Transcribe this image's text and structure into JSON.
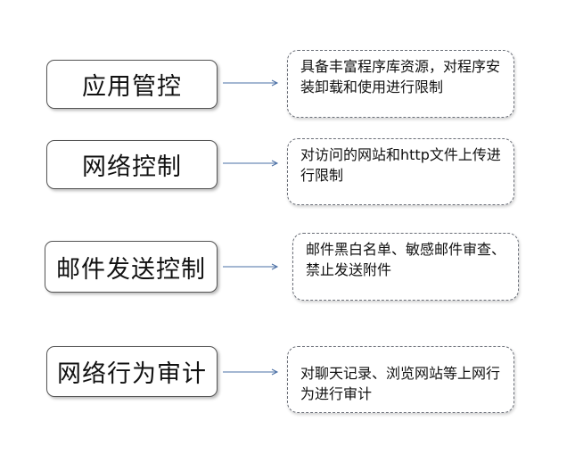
{
  "rows": [
    {
      "label": "应用管控",
      "description": "具备丰富程序库资源，对程序安装卸载和使用进行限制"
    },
    {
      "label": "网络控制",
      "description": "对访问的网站和http文件上传进行限制"
    },
    {
      "label": "邮件发送控制",
      "description": "邮件黑白名单、敏感邮件审查、禁止发送附件"
    },
    {
      "label": "网络行为审计",
      "description": "对聊天记录、浏览网站等上网行为进行审计"
    }
  ],
  "colors": {
    "box_border": "#555555",
    "dashed_border": "#6b6f78",
    "arrow": "#4a6fa5",
    "text": "#111111"
  }
}
